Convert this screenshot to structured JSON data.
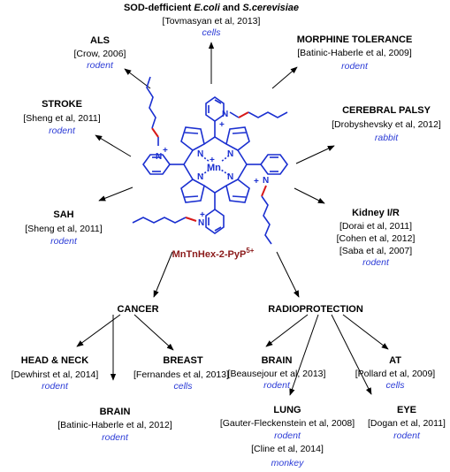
{
  "colors": {
    "model": "#2b3bd6",
    "molecule": "#1a2fd0",
    "compound": "#8b1a1a",
    "linker": "#d81818"
  },
  "center": {
    "name": "MnTnHex-2-PyP",
    "charge": "5+",
    "metal": "Mn",
    "metal_charge": "+",
    "nitrogen": "N",
    "pyridinium_charge": "+"
  },
  "nodes": {
    "sod": {
      "title_prefix": "SOD-defficient ",
      "title_org1": "E.coli",
      "title_mid": " and ",
      "title_org2": "S.cerevisiae",
      "ref": "[Tovmasyan et al, 2013]",
      "model": "cells"
    },
    "als": {
      "title": "ALS",
      "ref": "[Crow, 2006]",
      "model": "rodent"
    },
    "morphine": {
      "title": "MORPHINE TOLERANCE",
      "ref": "[Batinic-Haberle et al, 2009]",
      "model": "rodent"
    },
    "stroke": {
      "title": "STROKE",
      "ref": "[Sheng et al, 2011]",
      "model": "rodent"
    },
    "cerebral": {
      "title": "CEREBRAL PALSY",
      "ref": "[Drobyshevsky et al, 2012]",
      "model": "rabbit"
    },
    "sah": {
      "title": "SAH",
      "ref": "[Sheng et al, 2011]",
      "model": "rodent"
    },
    "kidney": {
      "title": "Kidney I/R",
      "refs": [
        "[Dorai et al, 2011]",
        "[Cohen et al, 2012]",
        "[Saba et al, 2007]"
      ],
      "model": "rodent"
    },
    "cancer": {
      "title": "CANCER"
    },
    "radioprotection": {
      "title": "RADIOPROTECTION"
    },
    "headneck": {
      "title": "HEAD & NECK",
      "ref": "[Dewhirst et al, 2014]",
      "model": "rodent"
    },
    "breast": {
      "title": "BREAST",
      "ref": "[Fernandes et al, 2013]",
      "model": "cells"
    },
    "brain_cancer": {
      "title": "BRAIN",
      "ref": "[Batinic-Haberle et al, 2012]",
      "model": "rodent"
    },
    "brain_radio": {
      "title": "BRAIN",
      "ref": "[Beausejour et al, 2013]",
      "model": "rodent"
    },
    "at": {
      "title": "AT",
      "ref": "[Pollard et al, 2009]",
      "model": "cells"
    },
    "lung": {
      "title": "LUNG",
      "ref": "[Gauter-Fleckenstein et al, 2008]",
      "model": "rodent",
      "ref2": "[Cline et al, 2014]",
      "model2": "monkey"
    },
    "eye": {
      "title": "EYE",
      "ref": "[Dogan et al, 2011]",
      "model": "rodent"
    }
  }
}
